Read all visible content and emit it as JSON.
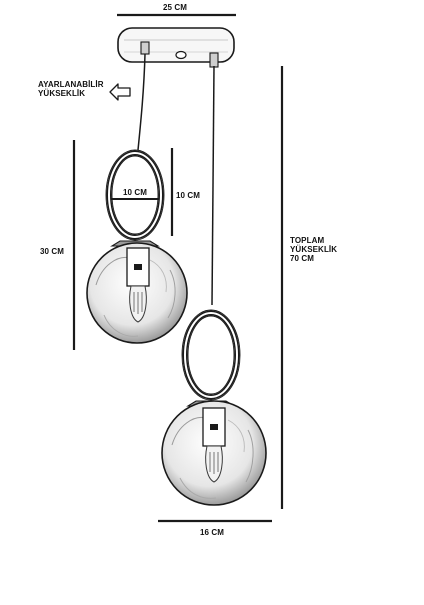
{
  "dimensions": {
    "canopy_width": "25 CM",
    "adjustable_height": [
      "AYARLANABİLİR",
      "YÜKSEKLİK"
    ],
    "ring_width": "10 CM",
    "ring_height": "10 CM",
    "upper_height": "30 CM",
    "total_height": [
      "TOPLAM",
      "YÜKSEKLİK",
      "70 CM"
    ],
    "globe_width": "16 CM"
  },
  "colors": {
    "line": "#1a1a1a",
    "glass_shade": "#cfcfcf",
    "metal": "#8a8a8a"
  },
  "icons": {
    "adjustable_arrow": "left-arrow-outline-icon"
  }
}
